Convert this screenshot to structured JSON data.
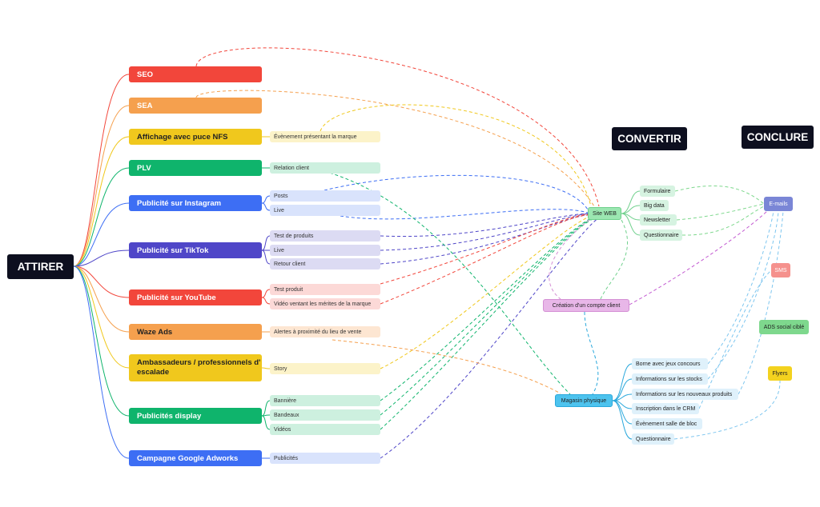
{
  "headers": {
    "attirer": "ATTIRER",
    "convertir": "CONVERTIR",
    "conclure": "CONCLURE"
  },
  "colors": {
    "red": "#f2463b",
    "orange": "#f5a04e",
    "yellow": "#f0c81d",
    "green": "#0fb46c",
    "blue": "#3d6ef4",
    "indigo": "#4f46c8",
    "purple": "#6b45c9"
  },
  "channels": [
    {
      "id": "seo",
      "label": "SEO",
      "color": "#f2463b",
      "subs": []
    },
    {
      "id": "sea",
      "label": "SEA",
      "color": "#f5a04e",
      "subs": []
    },
    {
      "id": "nfs",
      "label": "Affichage avec puce NFS",
      "color": "#f0c81d",
      "text_color": "#222",
      "subs": [
        "Évènement présentant la marque"
      ]
    },
    {
      "id": "plv",
      "label": "PLV",
      "color": "#0fb46c",
      "subs": [
        "Relation client"
      ]
    },
    {
      "id": "instagram",
      "label": "Publicité sur Instagram",
      "color": "#3d6ef4",
      "subs": [
        "Posts",
        "Live"
      ]
    },
    {
      "id": "tiktok",
      "label": "Publicité sur TikTok",
      "color": "#4f46c8",
      "subs": [
        "Test de produits",
        "Live",
        "Retour client"
      ]
    },
    {
      "id": "youtube",
      "label": "Publicité sur YouTube",
      "color": "#f2463b",
      "subs": [
        "Test produit",
        "Vidéo ventant les mérites de la marque"
      ]
    },
    {
      "id": "waze",
      "label": "Waze Ads",
      "color": "#f5a04e",
      "text_color": "#222",
      "subs": [
        "Alertes à proximité du lieu de vente"
      ]
    },
    {
      "id": "ambassadeurs",
      "label_lines": [
        "Ambassadeurs / professionnels d'",
        "escalade"
      ],
      "color": "#f0c81d",
      "text_color": "#222",
      "subs": [
        "Story"
      ]
    },
    {
      "id": "display",
      "label": "Publicités display",
      "color": "#0fb46c",
      "subs": [
        "Bannière",
        "Bandeaux",
        "Vidéos"
      ]
    },
    {
      "id": "adwords",
      "label": "Campagne Google Adworks",
      "color": "#3d6ef4",
      "subs": [
        "Publicités"
      ]
    }
  ],
  "convert": {
    "site_web": "Site WEB",
    "site_items": [
      "Formulaire",
      "Big data",
      "Newsletter",
      "Questionnaire"
    ],
    "compte": "Création d'un compte client",
    "magasin": "Magasin physique",
    "magasin_items": [
      "Borne avec jeux concours",
      "Informations sur les stocks",
      "Informations sur les nouveaux produits",
      "Inscription dans le CRM",
      "Évènement salle de bloc",
      "Questionnaire"
    ]
  },
  "conclude": {
    "emails": "E-mails",
    "sms": "SMS",
    "ads": "ADS social ciblé",
    "flyers": "Flyers"
  }
}
